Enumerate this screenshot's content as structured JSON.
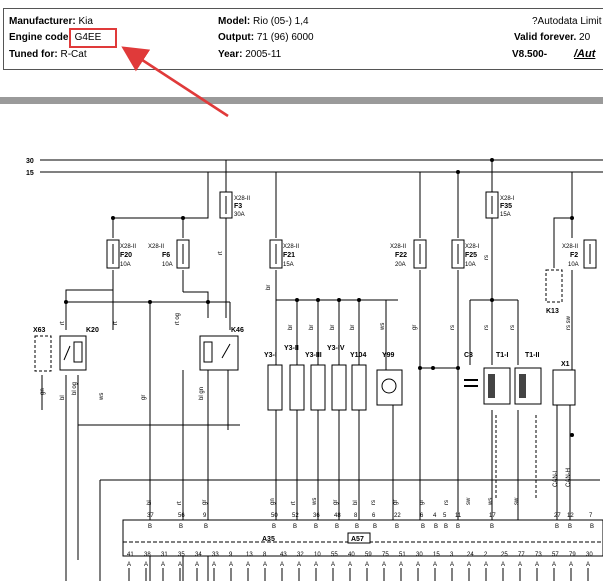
{
  "header": {
    "manufacturer_label": "Manufacturer:",
    "manufacturer_value": "Kia",
    "engine_code_label": "Engine code:",
    "engine_code_value": "G4EE",
    "tuned_for_label": "Tuned for:",
    "tuned_for_value": "R-Cat",
    "model_label": "Model:",
    "model_value": "Rio (05-) 1,4",
    "output_label": "Output:",
    "output_value": "71 (96) 6000",
    "year_label": "Year:",
    "year_value": "2005-11",
    "copyright": "?Autodata Limit",
    "valid_label": "Valid forever.",
    "valid_value": "20",
    "version": "V8.500-",
    "logo_text": "/Aut"
  },
  "rails": {
    "rail_30": "30",
    "rail_15": "15"
  },
  "fuses": [
    {
      "conn": "X28-II",
      "id": "F3",
      "rating": "30A"
    },
    {
      "conn": "X28-II",
      "id": "F20",
      "rating": "10A"
    },
    {
      "conn": "X28-II",
      "id": "F6",
      "rating": "10A"
    },
    {
      "conn": "X28-II",
      "id": "F21",
      "rating": "15A"
    },
    {
      "conn": "X28-II",
      "id": "F22",
      "rating": "20A"
    },
    {
      "conn": "X28-I",
      "id": "F25",
      "rating": "10A"
    },
    {
      "conn": "X28-I",
      "id": "F35",
      "rating": "15A"
    },
    {
      "conn": "X28-II",
      "id": "F2",
      "rating": "10A"
    }
  ],
  "components": [
    "X63",
    "K20",
    "K46",
    "K13",
    "Y3-I",
    "Y3-II",
    "Y3-III",
    "Y3-IV",
    "Y104",
    "Y99",
    "C3",
    "T1-I",
    "T1-II",
    "X1",
    "A35",
    "A57"
  ],
  "wire_labels": {
    "rt": "rt",
    "br": "br",
    "rs": "rs",
    "gn": "gn",
    "bl": "bl",
    "ws": "ws",
    "gr": "gr",
    "sw": "sw",
    "rt_og": "rt og",
    "bl_og": "bl og",
    "bl_gn": "bl gn",
    "rs_sw": "rs sw",
    "can_l": "CAN-L",
    "can_h": "CAN-H"
  },
  "ecu_pins_top": [
    "37",
    "56",
    "9",
    "50",
    "52",
    "36",
    "48",
    "8",
    "6",
    "22",
    "6",
    "4",
    "5",
    "11",
    "17",
    "27",
    "12",
    "7"
  ],
  "ecu_pins_bottom": [
    "41",
    "38",
    "31",
    "35",
    "34",
    "33",
    "9",
    "13",
    "8",
    "43",
    "32",
    "10",
    "55",
    "40",
    "59",
    "75",
    "51",
    "30",
    "15",
    "3",
    "24",
    "2",
    "25",
    "77",
    "73",
    "57",
    "79",
    "30"
  ],
  "pin_letters": {
    "b": "B",
    "a": "A"
  }
}
